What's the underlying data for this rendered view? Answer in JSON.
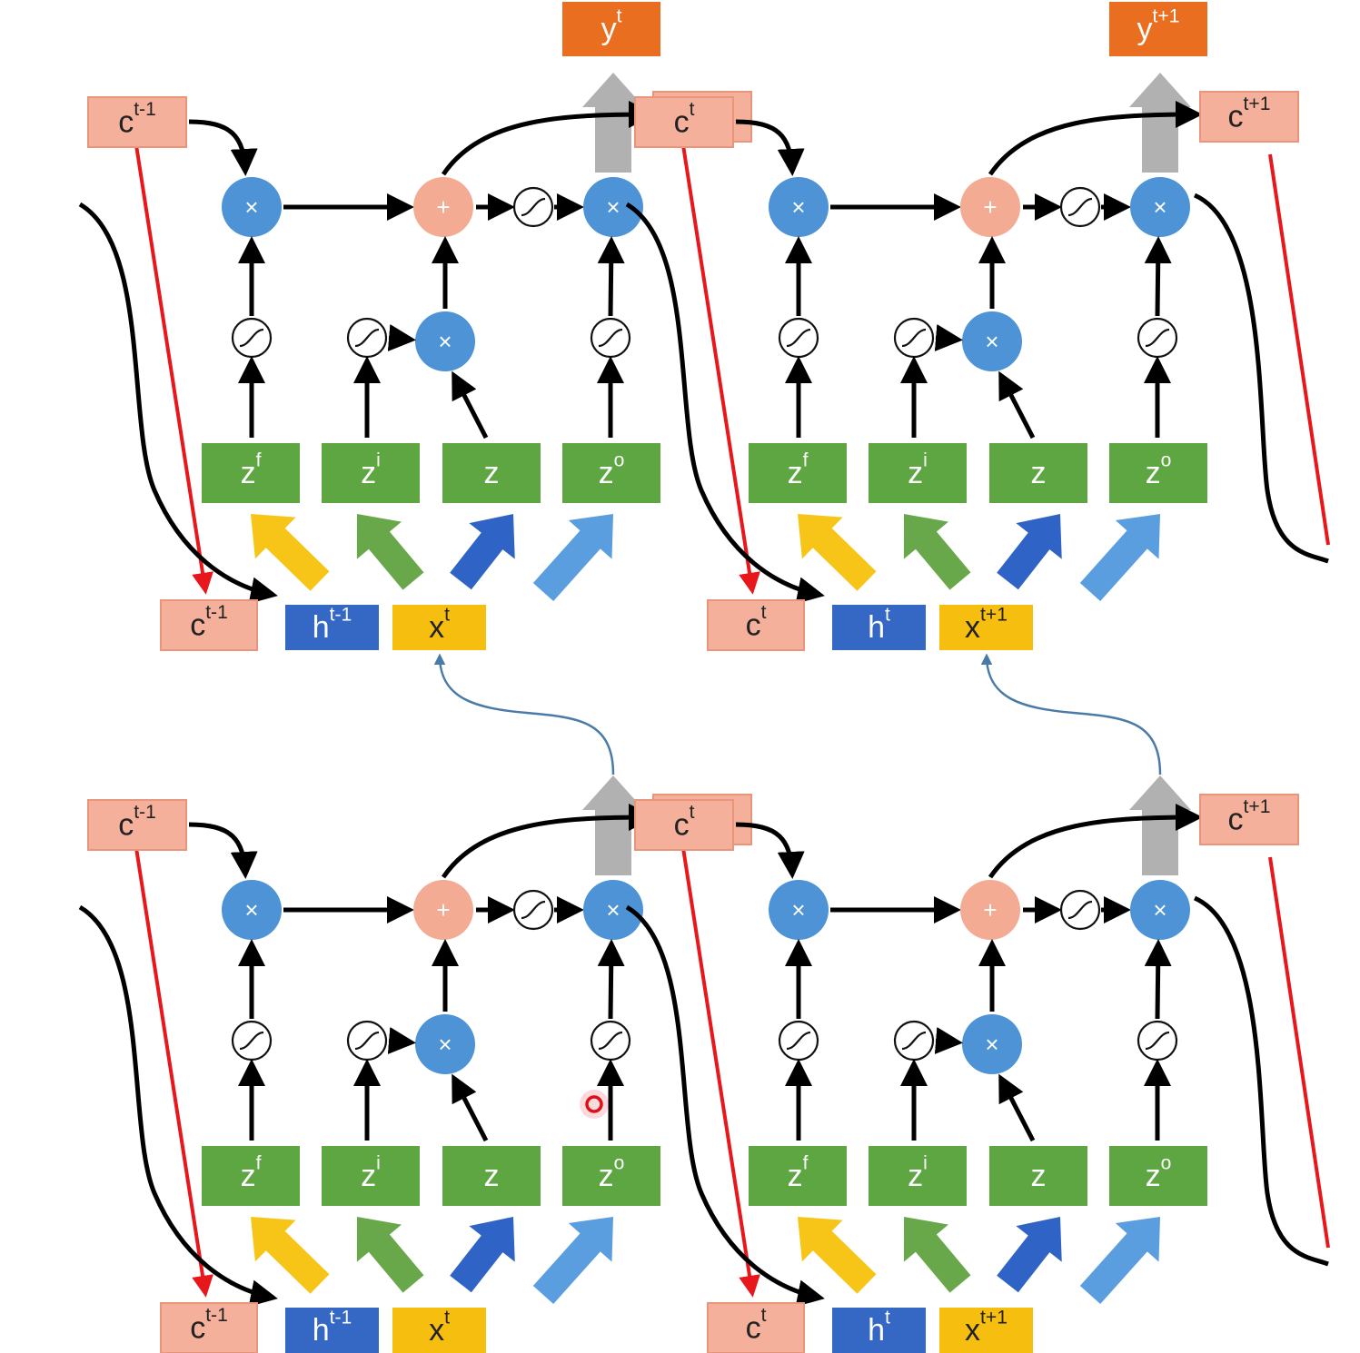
{
  "colors": {
    "cell_box": "#f4b09a",
    "cell_box_stroke": "#e8957c",
    "output_box": "#ea6e1f",
    "gate_green": "#5da642",
    "hidden_blue": "#3567c4",
    "input_yellow": "#f6be0f",
    "mult_node": "#4d93d6",
    "add_node": "#f4ab93",
    "arrow_yellow": "#f7c518",
    "arrow_green": "#69a84a",
    "arrow_blue_dark": "#2f63c6",
    "arrow_blue_light": "#5a9ee0",
    "peephole_red": "#e8171b",
    "output_arrow_gray": "#a8a8a8",
    "connector_blue": "#4a7aa8",
    "cursor_red": "#e0101a"
  },
  "icons": {
    "sigmoid": "sigmoid-icon",
    "multiply": "multiply-icon",
    "add": "add-icon",
    "cursor": "cursor-marker-icon"
  },
  "layers": [
    {
      "name": "upper-layer",
      "steps": [
        {
          "output": {
            "base": "y",
            "sup": "t"
          },
          "cell_in": {
            "base": "c",
            "sup": "t-1"
          },
          "cell_out": {
            "base": "c",
            "sup": "t"
          },
          "bottom_c": {
            "base": "c",
            "sup": "t-1"
          },
          "bottom_h": {
            "base": "h",
            "sup": "t-1"
          },
          "bottom_x": {
            "base": "x",
            "sup": "t"
          },
          "gates": [
            {
              "base": "z",
              "sup": "f"
            },
            {
              "base": "z",
              "sup": "i"
            },
            {
              "base": "z",
              "sup": ""
            },
            {
              "base": "z",
              "sup": "o"
            }
          ],
          "mult": "×",
          "add": "+"
        },
        {
          "output": {
            "base": "y",
            "sup": "t+1"
          },
          "cell_in": {
            "base": "c",
            "sup": "t"
          },
          "cell_out": {
            "base": "c",
            "sup": "t+1"
          },
          "bottom_c": {
            "base": "c",
            "sup": "t"
          },
          "bottom_h": {
            "base": "h",
            "sup": "t"
          },
          "bottom_x": {
            "base": "x",
            "sup": "t+1"
          },
          "gates": [
            {
              "base": "z",
              "sup": "f"
            },
            {
              "base": "z",
              "sup": "i"
            },
            {
              "base": "z",
              "sup": ""
            },
            {
              "base": "z",
              "sup": "o"
            }
          ],
          "mult": "×",
          "add": "+"
        }
      ]
    },
    {
      "name": "lower-layer",
      "steps": [
        {
          "output": null,
          "cell_in": {
            "base": "c",
            "sup": "t-1"
          },
          "cell_out": {
            "base": "c",
            "sup": "t"
          },
          "bottom_c": {
            "base": "c",
            "sup": "t-1"
          },
          "bottom_h": {
            "base": "h",
            "sup": "t-1"
          },
          "bottom_x": {
            "base": "x",
            "sup": "t"
          },
          "gates": [
            {
              "base": "z",
              "sup": "f"
            },
            {
              "base": "z",
              "sup": "i"
            },
            {
              "base": "z",
              "sup": ""
            },
            {
              "base": "z",
              "sup": "o"
            }
          ],
          "mult": "×",
          "add": "+"
        },
        {
          "output": null,
          "cell_in": {
            "base": "c",
            "sup": "t"
          },
          "cell_out": {
            "base": "c",
            "sup": "t+1"
          },
          "bottom_c": {
            "base": "c",
            "sup": "t"
          },
          "bottom_h": {
            "base": "h",
            "sup": "t"
          },
          "bottom_x": {
            "base": "x",
            "sup": "t+1"
          },
          "gates": [
            {
              "base": "z",
              "sup": "f"
            },
            {
              "base": "z",
              "sup": "i"
            },
            {
              "base": "z",
              "sup": ""
            },
            {
              "base": "z",
              "sup": "o"
            }
          ],
          "mult": "×",
          "add": "+"
        }
      ]
    }
  ]
}
